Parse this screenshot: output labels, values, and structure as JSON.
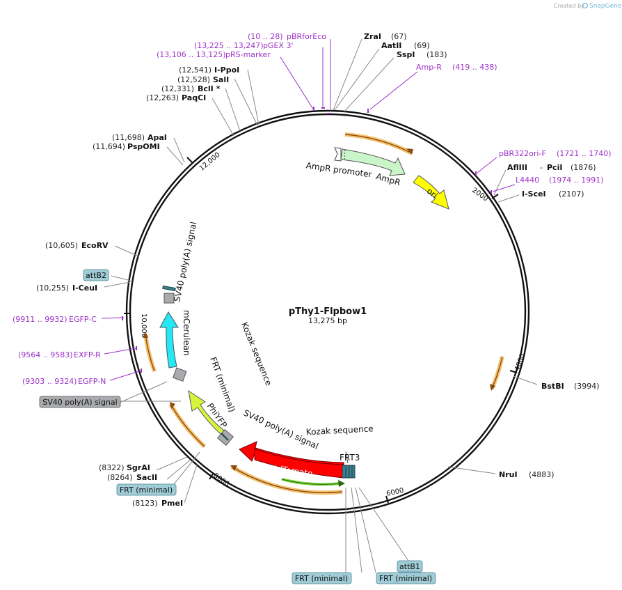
{
  "credit": {
    "text": "Created by",
    "brand": "SnapGene"
  },
  "plasmid": {
    "name": "pThy1-Flpbow1",
    "size_label": "13,275 bp"
  },
  "sites": [
    {
      "id": "zrai",
      "name": "ZraI",
      "pos": "(67)"
    },
    {
      "id": "aatii",
      "name": "AatII",
      "pos": "(69)"
    },
    {
      "id": "sspi",
      "name": "SspI",
      "pos": "(183)"
    },
    {
      "id": "afliii",
      "name": "AflIII",
      "sep": "-",
      "name2": "PciI",
      "pos": "(1876)"
    },
    {
      "id": "iscei",
      "name": "I-SceI",
      "pos": "(2107)"
    },
    {
      "id": "bstbi",
      "name": "BstBI",
      "pos": "(3994)"
    },
    {
      "id": "nrui",
      "name": "NruI",
      "pos": "(4883)"
    },
    {
      "id": "pmei",
      "name": "PmeI",
      "pos": "(8123)"
    },
    {
      "id": "sacii",
      "name": "SacII",
      "pos": "(8264)"
    },
    {
      "id": "sgrai",
      "name": "SgrAI",
      "pos": "(8322)"
    },
    {
      "id": "iceui",
      "name": "I-CeuI",
      "pos": "(10,255)"
    },
    {
      "id": "ecorv",
      "name": "EcoRV",
      "pos": "(10,605)"
    },
    {
      "id": "pspomi",
      "name": "PspOMI",
      "pos": "(11,694)"
    },
    {
      "id": "apai",
      "name": "ApaI",
      "pos": "(11,698)"
    },
    {
      "id": "paqci",
      "name": "PaqCI",
      "pos": "(12,263)"
    },
    {
      "id": "bcli",
      "name": "BclI *",
      "pos": "(12,331)"
    },
    {
      "id": "sali",
      "name": "SalI",
      "pos": "(12,528)"
    },
    {
      "id": "ippoi",
      "name": "I-PpoI",
      "pos": "(12,541)"
    }
  ],
  "primers": [
    {
      "id": "pbrforeco",
      "range": "(10 .. 28)",
      "name": "pBRforEco"
    },
    {
      "id": "pgex3",
      "range": "(13,225 .. 13,247)",
      "name": "pGEX 3'"
    },
    {
      "id": "prsmarker",
      "range": "(13,106 .. 13,125)",
      "name": "pRS-marker"
    },
    {
      "id": "ampr",
      "name": "Amp-R",
      "range": "(419 .. 438)"
    },
    {
      "id": "pbr322orif",
      "name": "pBR322ori-F",
      "range": "(1721 .. 1740)"
    },
    {
      "id": "l4440",
      "name": "L4440",
      "range": "(1974 .. 1991)"
    },
    {
      "id": "egfpc",
      "range": "(9911 .. 9932)",
      "name": "EGFP-C"
    },
    {
      "id": "exfpr",
      "range": "(9564 .. 9583)",
      "name": "EXFP-R"
    },
    {
      "id": "egfpn",
      "range": "(9303 .. 9324)",
      "name": "EGFP-N"
    }
  ],
  "features": {
    "ampr_promoter": "AmpR promoter",
    "ampr": "AmpR",
    "ori": "ori",
    "kozak_top": "Kozak sequence",
    "frt3": "FRT3",
    "sv40_bottom": "SV40 poly(A) signal",
    "tdtomato": "tdTomato",
    "phiyfp": "PhiYFP",
    "frt_minimal_inner": "FRT (minimal)",
    "kozak_left": "Kozak sequence",
    "mcerulean": "mCerulean",
    "sv40_top": "SV40 poly(A) signal"
  },
  "boxed_labels": {
    "attb2": "attB2",
    "sv40_box": "SV40 poly(A) signal",
    "frt_min_left": "FRT (minimal)",
    "frt_min_bottom1": "FRT (minimal)",
    "frt_min_bottom2": "FRT (minimal)",
    "attb1": "attB1"
  },
  "ticks": {
    "t2000": "2000",
    "t4000": "4000",
    "t6000": "6000",
    "t8000": "8000",
    "t10000": "10,000",
    "t12000": "12,000"
  },
  "colors": {
    "backbone": "#111111",
    "promoter": "#ffffff",
    "ampr_fill": "#c9f5c9",
    "ori_fill": "#ffff00",
    "tdtomato_fill": "#ff0000",
    "phiyfp_fill": "#d4f53c",
    "mcerulean_fill": "#25e8f2",
    "sv40_fill": "#a8aaad",
    "attb_fill": "#9fccd6",
    "frt_fill": "#3e7f8f",
    "orf_fill": "#f0a830",
    "primer": "#9b30c8"
  }
}
